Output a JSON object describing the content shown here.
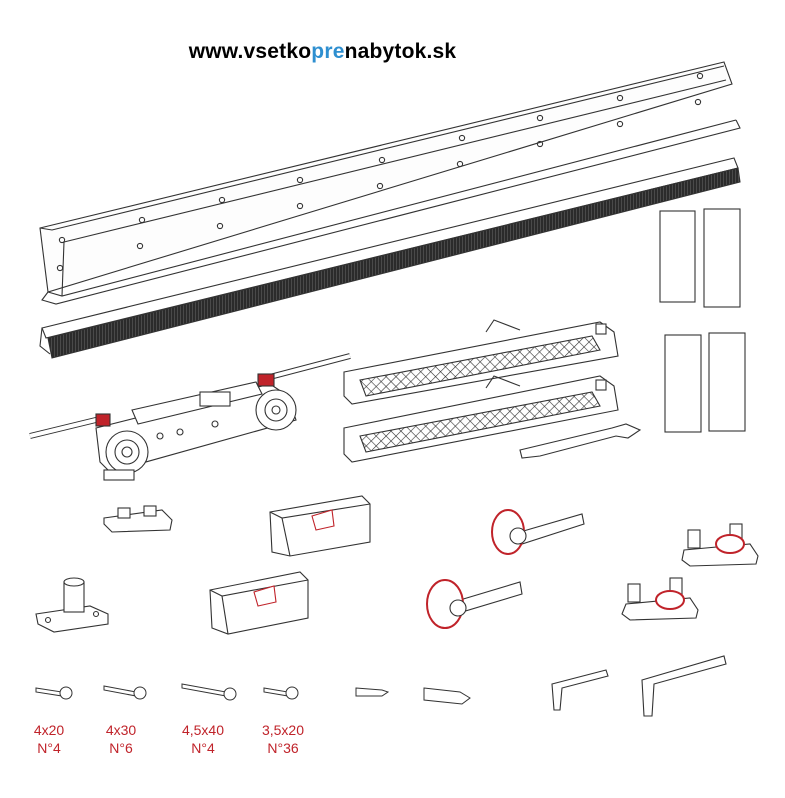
{
  "header": {
    "url_part1": "www.vsetko",
    "url_part2": "pre",
    "url_part3": "nabytok.sk",
    "accent_color": "#2e8fd0"
  },
  "screws": [
    {
      "size": "4x20",
      "count": "N°4"
    },
    {
      "size": "4x30",
      "count": "N°6"
    },
    {
      "size": "4,5x40",
      "count": "N°4"
    },
    {
      "size": "3,5x20",
      "count": "N°36"
    }
  ],
  "label_color": "#c0232a"
}
